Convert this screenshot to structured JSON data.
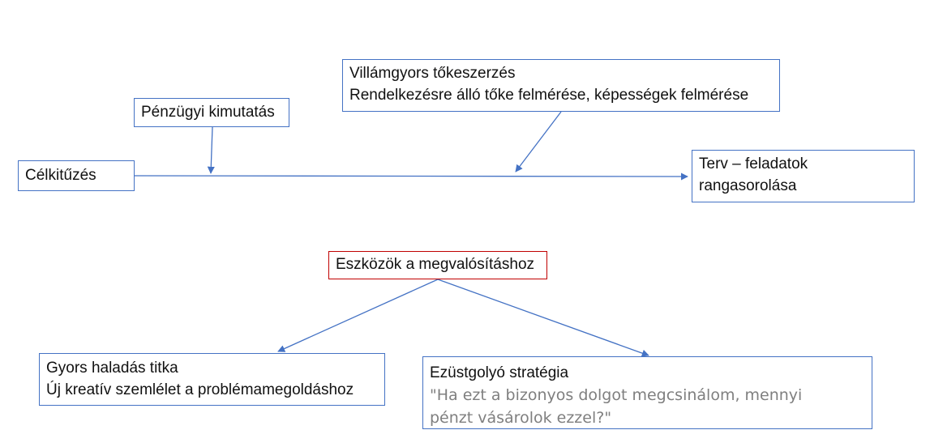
{
  "diagram": {
    "line_color": "#4472c4",
    "accent_border_color": "#c00000",
    "quote_color": "#7f7f7f",
    "nodes": {
      "goal": {
        "label": "Célkitűzés"
      },
      "financial": {
        "label": "Pénzügyi kimutatás"
      },
      "capital": {
        "title": "Villámgyors tőkeszerzés",
        "subtitle": "Rendelkezésre álló tőke felmérése, képességek felmérése"
      },
      "plan": {
        "line1": "Terv – feladatok",
        "line2": "rangasorolása"
      },
      "tools": {
        "label": "Eszközök a megvalósításhoz"
      },
      "fast": {
        "title": "Gyors haladás titka",
        "subtitle": "Új kreatív szemlélet a problémamegoldáshoz"
      },
      "silver": {
        "title": "Ezüstgolyó stratégia",
        "quote_line1": "\"Ha ezt a bizonyos dolgot megcsinálom, mennyi",
        "quote_line2": "pénzt vásárolok ezzel?\""
      }
    },
    "edges": [
      {
        "from": "goal",
        "to": "plan"
      },
      {
        "from": "financial",
        "to": "goal-plan-line"
      },
      {
        "from": "capital",
        "to": "goal-plan-line"
      },
      {
        "from": "tools",
        "to": "fast"
      },
      {
        "from": "tools",
        "to": "silver"
      }
    ]
  }
}
